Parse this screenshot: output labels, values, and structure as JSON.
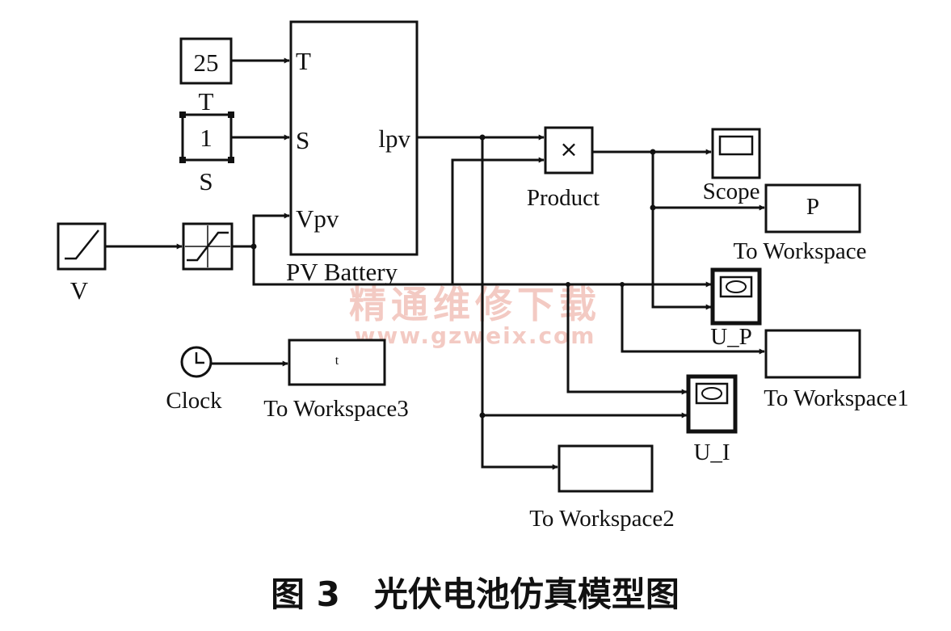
{
  "blocks": {
    "const_t": {
      "value": "25",
      "label": "T"
    },
    "const_s": {
      "value": "1",
      "label": "S"
    },
    "pv": {
      "label": "PV Battery",
      "in_t": "T",
      "in_s": "S",
      "in_v": "Vpv",
      "out": "lpv"
    },
    "ramp": {
      "label": "V"
    },
    "product": {
      "symbol": "×",
      "label": "Product"
    },
    "scope": {
      "label": "Scope"
    },
    "tw": {
      "value": "P",
      "label": "To Workspace"
    },
    "up": {
      "label": "U_P"
    },
    "tw1": {
      "label": "To Workspace1"
    },
    "ui": {
      "label": "U_I"
    },
    "tw2": {
      "label": "To Workspace2"
    },
    "clock": {
      "label": "Clock"
    },
    "tw3": {
      "value": "t",
      "label": "To Workspace3"
    }
  },
  "watermark": {
    "title": "精通维修下载",
    "url": "www.gzweix.com"
  },
  "caption": "图 3　光伏电池仿真模型图"
}
